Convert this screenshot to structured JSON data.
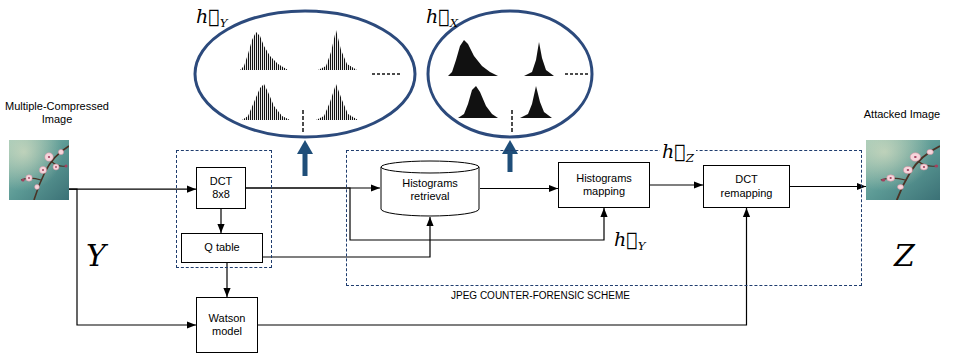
{
  "diagram": {
    "nodes": [
      {
        "text": [
          "Multiple-Compressed Image",
          "Y"
        ]
      },
      {
        "text": [
          "h⃗Y"
        ]
      },
      {
        "text": [
          "h⃗X"
        ]
      },
      {
        "text": []
      },
      {
        "text": [
          "DCT 8x8"
        ],
        "in": 3
      },
      {
        "text": [
          "Q table"
        ],
        "in": 3
      },
      {
        "text": [
          "JPEG COUNTER-FORENSIC SCHEME"
        ]
      },
      {
        "text": [
          "Histograms retrieval"
        ],
        "in": 6
      },
      {
        "text": [
          "Histograms mapping"
        ],
        "in": 6
      },
      {
        "text": [
          "DCT remapping"
        ],
        "in": 6
      },
      {
        "text": [
          "Watson model"
        ]
      },
      {
        "text": [
          "Attacked Image",
          "Z"
        ]
      }
    ],
    "edges": [
      {
        "from": 0,
        "to": 4,
        "arrow": "to"
      },
      {
        "from": 4,
        "to": 5,
        "arrow": "to"
      },
      {
        "from": 4,
        "to": 7,
        "arrow": "to"
      },
      {
        "from": 4,
        "to": 8,
        "arrow": "to",
        "label": "h⃗Y"
      },
      {
        "from": 5,
        "to": 7,
        "arrow": "to"
      },
      {
        "from": 5,
        "to": 10,
        "arrow": "to"
      },
      {
        "from": 0,
        "to": 10,
        "arrow": "to"
      },
      {
        "from": 7,
        "to": 8,
        "arrow": "to"
      },
      {
        "from": 8,
        "to": 9,
        "arrow": "to",
        "label": "h⃗Z"
      },
      {
        "from": 10,
        "to": 9,
        "arrow": "to"
      },
      {
        "from": 9,
        "to": 11,
        "arrow": "to"
      }
    ]
  }
}
